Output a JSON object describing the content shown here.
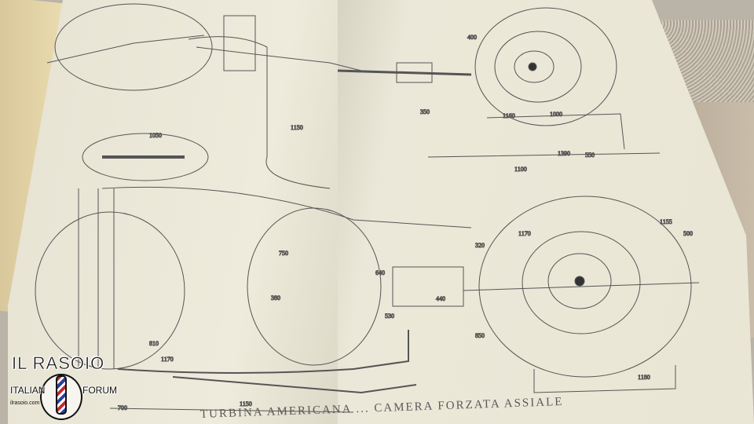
{
  "caption": "TURBINA AMERICANA ... CAMERA FORZATA ASSIALE",
  "watermark": {
    "title": "IL RASOIO",
    "left": "ITALIAN",
    "right": "FORUM",
    "site": "ilrasoio.com"
  },
  "dimensions": {
    "top_left": [
      "1150",
      "1050",
      "350"
    ],
    "top_right": [
      "1160",
      "1000",
      "1100",
      "1390",
      "550",
      "400"
    ],
    "bottom_left": [
      "380",
      "700",
      "1150",
      "810",
      "1170",
      "750",
      "640",
      "530"
    ],
    "bottom_right": [
      "440",
      "1170",
      "1180",
      "850",
      "500",
      "320",
      "1155"
    ]
  }
}
